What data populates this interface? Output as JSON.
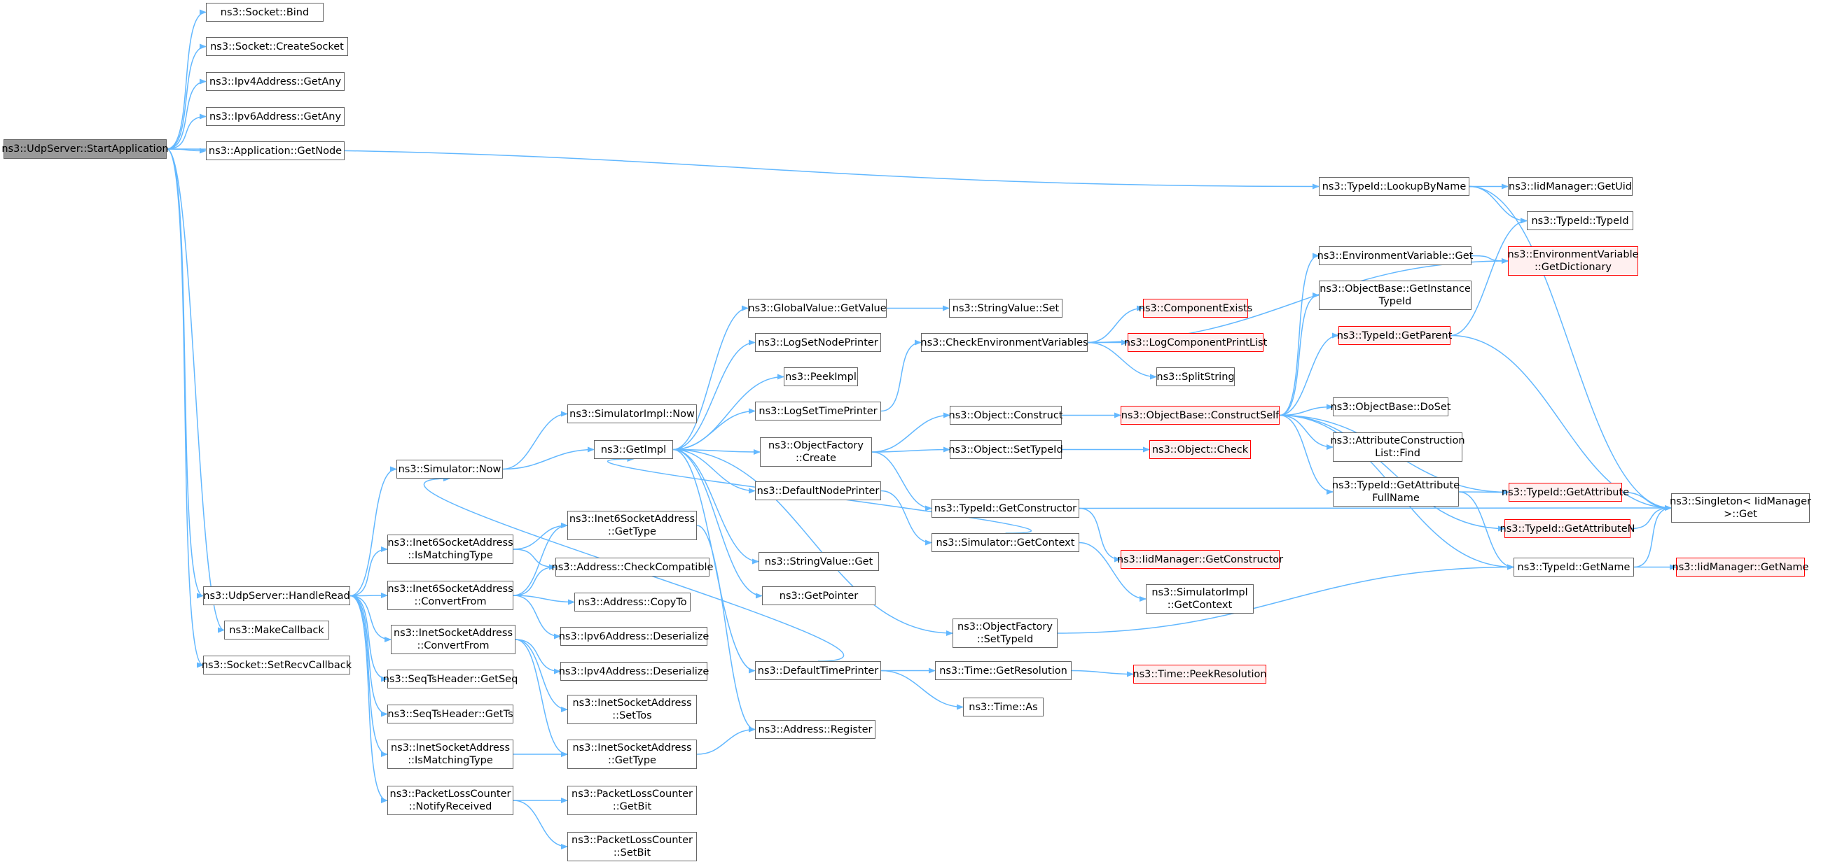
{
  "diagram": {
    "type": "call-graph",
    "colors": {
      "edge": "#63b8ff",
      "node_border": "#666666",
      "root_fill": "#999999",
      "truncated_border": "#ff0000"
    },
    "nodes": [
      {
        "id": "start",
        "lines": [
          "ns3::UdpServer::StartApplication"
        ],
        "style": "root"
      },
      {
        "id": "sock_bind",
        "lines": [
          "ns3::Socket::Bind"
        ]
      },
      {
        "id": "sock_create",
        "lines": [
          "ns3::Socket::CreateSocket"
        ]
      },
      {
        "id": "ipv4_any",
        "lines": [
          "ns3::Ipv4Address::GetAny"
        ]
      },
      {
        "id": "ipv6_any",
        "lines": [
          "ns3::Ipv6Address::GetAny"
        ]
      },
      {
        "id": "app_node",
        "lines": [
          "ns3::Application::GetNode"
        ]
      },
      {
        "id": "lookup",
        "lines": [
          "ns3::TypeId::LookupByName"
        ]
      },
      {
        "id": "iid_uid",
        "lines": [
          "ns3::IidManager::GetUid"
        ]
      },
      {
        "id": "typeid_ctor",
        "lines": [
          "ns3::TypeId::TypeId"
        ]
      },
      {
        "id": "env_get",
        "lines": [
          "ns3::EnvironmentVariable::Get"
        ]
      },
      {
        "id": "env_dict",
        "lines": [
          "ns3::EnvironmentVariable",
          "::GetDictionary"
        ],
        "style": "truncated"
      },
      {
        "id": "ob_getinst",
        "lines": [
          "ns3::ObjectBase::GetInstance",
          "TypeId"
        ]
      },
      {
        "id": "gv_getvalue",
        "lines": [
          "ns3::GlobalValue::GetValue"
        ]
      },
      {
        "id": "sv_set",
        "lines": [
          "ns3::StringValue::Set"
        ]
      },
      {
        "id": "comp_exists",
        "lines": [
          "ns3::ComponentExists"
        ],
        "style": "truncated"
      },
      {
        "id": "typeid_parent",
        "lines": [
          "ns3::TypeId::GetParent"
        ],
        "style": "truncated"
      },
      {
        "id": "log_nodeprinter",
        "lines": [
          "ns3::LogSetNodePrinter"
        ]
      },
      {
        "id": "check_env",
        "lines": [
          "ns3::CheckEnvironmentVariables"
        ]
      },
      {
        "id": "log_comp_print",
        "lines": [
          "ns3::LogComponentPrintList"
        ],
        "style": "truncated"
      },
      {
        "id": "peekimpl",
        "lines": [
          "ns3::PeekImpl"
        ]
      },
      {
        "id": "split_string",
        "lines": [
          "ns3::SplitString"
        ]
      },
      {
        "id": "simimpl_now",
        "lines": [
          "ns3::SimulatorImpl::Now"
        ]
      },
      {
        "id": "log_timeprinter",
        "lines": [
          "ns3::LogSetTimePrinter"
        ]
      },
      {
        "id": "obj_construct",
        "lines": [
          "ns3::Object::Construct"
        ]
      },
      {
        "id": "ob_constructself",
        "lines": [
          "ns3::ObjectBase::ConstructSelf"
        ],
        "style": "truncated"
      },
      {
        "id": "ob_doset",
        "lines": [
          "ns3::ObjectBase::DoSet"
        ]
      },
      {
        "id": "getimpl",
        "lines": [
          "ns3::GetImpl"
        ]
      },
      {
        "id": "of_create",
        "lines": [
          "ns3::ObjectFactory",
          "::Create"
        ]
      },
      {
        "id": "attr_find",
        "lines": [
          "ns3::AttributeConstruction",
          "List::Find"
        ]
      },
      {
        "id": "obj_settypeid",
        "lines": [
          "ns3::Object::SetTypeId"
        ]
      },
      {
        "id": "obj_check",
        "lines": [
          "ns3::Object::Check"
        ],
        "style": "truncated"
      },
      {
        "id": "sim_now",
        "lines": [
          "ns3::Simulator::Now"
        ]
      },
      {
        "id": "def_nodeprinter",
        "lines": [
          "ns3::DefaultNodePrinter"
        ]
      },
      {
        "id": "tid_getattrfull",
        "lines": [
          "ns3::TypeId::GetAttribute",
          "FullName"
        ]
      },
      {
        "id": "tid_getattr",
        "lines": [
          "ns3::TypeId::GetAttribute"
        ],
        "style": "truncated"
      },
      {
        "id": "singleton_get",
        "lines": [
          "ns3::Singleton< IidManager",
          ">::Get"
        ]
      },
      {
        "id": "tid_getctor",
        "lines": [
          "ns3::TypeId::GetConstructor"
        ]
      },
      {
        "id": "i6sa_gettype",
        "lines": [
          "ns3::Inet6SocketAddress",
          "::GetType"
        ]
      },
      {
        "id": "i6sa_ismatch",
        "lines": [
          "ns3::Inet6SocketAddress",
          "::IsMatchingType"
        ]
      },
      {
        "id": "sim_getcontext",
        "lines": [
          "ns3::Simulator::GetContext"
        ]
      },
      {
        "id": "tid_getattrn",
        "lines": [
          "ns3::TypeId::GetAttributeN"
        ],
        "style": "truncated"
      },
      {
        "id": "sv_get",
        "lines": [
          "ns3::StringValue::Get"
        ]
      },
      {
        "id": "addr_checkcompat",
        "lines": [
          "ns3::Address::CheckCompatible"
        ]
      },
      {
        "id": "iid_getctor",
        "lines": [
          "ns3::IidManager::GetConstructor"
        ],
        "style": "truncated"
      },
      {
        "id": "tid_getname",
        "lines": [
          "ns3::TypeId::GetName"
        ]
      },
      {
        "id": "iid_getname",
        "lines": [
          "ns3::IidManager::GetName"
        ],
        "style": "truncated"
      },
      {
        "id": "handleread",
        "lines": [
          "ns3::UdpServer::HandleRead"
        ]
      },
      {
        "id": "i6sa_convert",
        "lines": [
          "ns3::Inet6SocketAddress",
          "::ConvertFrom"
        ]
      },
      {
        "id": "getpointer",
        "lines": [
          "ns3::GetPointer"
        ]
      },
      {
        "id": "addr_copyto",
        "lines": [
          "ns3::Address::CopyTo"
        ]
      },
      {
        "id": "simimpl_getctx",
        "lines": [
          "ns3::SimulatorImpl",
          "::GetContext"
        ]
      },
      {
        "id": "make_callback",
        "lines": [
          "ns3::MakeCallback"
        ]
      },
      {
        "id": "ipv6_deser",
        "lines": [
          "ns3::Ipv6Address::Deserialize"
        ]
      },
      {
        "id": "of_settypeid",
        "lines": [
          "ns3::ObjectFactory",
          "::SetTypeId"
        ]
      },
      {
        "id": "isa_convert",
        "lines": [
          "ns3::InetSocketAddress",
          "::ConvertFrom"
        ]
      },
      {
        "id": "sock_setrecv",
        "lines": [
          "ns3::Socket::SetRecvCallback"
        ]
      },
      {
        "id": "ipv4_deser",
        "lines": [
          "ns3::Ipv4Address::Deserialize"
        ]
      },
      {
        "id": "def_timeprinter",
        "lines": [
          "ns3::DefaultTimePrinter"
        ]
      },
      {
        "id": "time_getres",
        "lines": [
          "ns3::Time::GetResolution"
        ]
      },
      {
        "id": "time_peekres",
        "lines": [
          "ns3::Time::PeekResolution"
        ],
        "style": "truncated"
      },
      {
        "id": "seq_getseq",
        "lines": [
          "ns3::SeqTsHeader::GetSeq"
        ]
      },
      {
        "id": "isa_settos",
        "lines": [
          "ns3::InetSocketAddress",
          "::SetTos"
        ]
      },
      {
        "id": "time_as",
        "lines": [
          "ns3::Time::As"
        ]
      },
      {
        "id": "seq_getts",
        "lines": [
          "ns3::SeqTsHeader::GetTs"
        ]
      },
      {
        "id": "addr_register",
        "lines": [
          "ns3::Address::Register"
        ]
      },
      {
        "id": "isa_ismatch",
        "lines": [
          "ns3::InetSocketAddress",
          "::IsMatchingType"
        ]
      },
      {
        "id": "isa_gettype",
        "lines": [
          "ns3::InetSocketAddress",
          "::GetType"
        ]
      },
      {
        "id": "plc_notify",
        "lines": [
          "ns3::PacketLossCounter",
          "::NotifyReceived"
        ]
      },
      {
        "id": "plc_getbit",
        "lines": [
          "ns3::PacketLossCounter",
          "::GetBit"
        ]
      },
      {
        "id": "plc_setbit",
        "lines": [
          "ns3::PacketLossCounter",
          "::SetBit"
        ]
      }
    ],
    "edges": [
      [
        "start",
        "sock_bind"
      ],
      [
        "start",
        "sock_create"
      ],
      [
        "start",
        "ipv4_any"
      ],
      [
        "start",
        "ipv6_any"
      ],
      [
        "start",
        "app_node"
      ],
      [
        "start",
        "lookup"
      ],
      [
        "start",
        "handleread"
      ],
      [
        "start",
        "make_callback"
      ],
      [
        "start",
        "sock_setrecv"
      ],
      [
        "lookup",
        "iid_uid"
      ],
      [
        "lookup",
        "typeid_ctor"
      ],
      [
        "lookup",
        "singleton_get"
      ],
      [
        "typeid_parent",
        "typeid_ctor"
      ],
      [
        "typeid_parent",
        "singleton_get"
      ],
      [
        "env_get",
        "env_dict"
      ],
      [
        "gv_getvalue",
        "sv_set"
      ],
      [
        "check_env",
        "env_dict"
      ],
      [
        "check_env",
        "comp_exists"
      ],
      [
        "check_env",
        "log_comp_print"
      ],
      [
        "check_env",
        "split_string"
      ],
      [
        "log_timeprinter",
        "check_env"
      ],
      [
        "sim_now",
        "simimpl_now"
      ],
      [
        "sim_now",
        "getimpl"
      ],
      [
        "getimpl",
        "gv_getvalue"
      ],
      [
        "getimpl",
        "log_nodeprinter"
      ],
      [
        "getimpl",
        "peekimpl"
      ],
      [
        "getimpl",
        "log_timeprinter"
      ],
      [
        "getimpl",
        "of_create"
      ],
      [
        "getimpl",
        "def_nodeprinter"
      ],
      [
        "getimpl",
        "sv_get"
      ],
      [
        "getimpl",
        "getpointer"
      ],
      [
        "getimpl",
        "def_timeprinter"
      ],
      [
        "getimpl",
        "of_settypeid"
      ],
      [
        "of_create",
        "obj_construct"
      ],
      [
        "of_create",
        "obj_settypeid"
      ],
      [
        "of_create",
        "tid_getctor"
      ],
      [
        "obj_construct",
        "ob_constructself"
      ],
      [
        "obj_settypeid",
        "obj_check"
      ],
      [
        "ob_constructself",
        "env_get"
      ],
      [
        "ob_constructself",
        "ob_getinst"
      ],
      [
        "ob_constructself",
        "typeid_parent"
      ],
      [
        "ob_constructself",
        "ob_doset"
      ],
      [
        "ob_constructself",
        "attr_find"
      ],
      [
        "ob_constructself",
        "tid_getattrfull"
      ],
      [
        "ob_constructself",
        "tid_getattr"
      ],
      [
        "ob_constructself",
        "tid_getattrn"
      ],
      [
        "ob_constructself",
        "tid_getname"
      ],
      [
        "tid_getattrfull",
        "tid_getattr"
      ],
      [
        "tid_getattrfull",
        "tid_getname"
      ],
      [
        "tid_getattr",
        "singleton_get"
      ],
      [
        "tid_getattrn",
        "singleton_get"
      ],
      [
        "tid_getname",
        "singleton_get"
      ],
      [
        "tid_getname",
        "iid_getname"
      ],
      [
        "tid_getctor",
        "iid_getctor"
      ],
      [
        "tid_getctor",
        "singleton_get"
      ],
      [
        "def_nodeprinter",
        "sim_getcontext"
      ],
      [
        "sim_getcontext",
        "getimpl"
      ],
      [
        "sim_getcontext",
        "simimpl_getctx"
      ],
      [
        "def_timeprinter",
        "sim_now"
      ],
      [
        "def_timeprinter",
        "time_getres"
      ],
      [
        "def_timeprinter",
        "time_as"
      ],
      [
        "time_getres",
        "time_peekres"
      ],
      [
        "of_settypeid",
        "tid_getname"
      ],
      [
        "handleread",
        "sim_now"
      ],
      [
        "handleread",
        "i6sa_ismatch"
      ],
      [
        "handleread",
        "i6sa_convert"
      ],
      [
        "handleread",
        "isa_convert"
      ],
      [
        "handleread",
        "seq_getseq"
      ],
      [
        "handleread",
        "seq_getts"
      ],
      [
        "handleread",
        "isa_ismatch"
      ],
      [
        "handleread",
        "plc_notify"
      ],
      [
        "i6sa_ismatch",
        "i6sa_gettype"
      ],
      [
        "i6sa_ismatch",
        "addr_checkcompat"
      ],
      [
        "i6sa_convert",
        "i6sa_gettype"
      ],
      [
        "i6sa_convert",
        "addr_checkcompat"
      ],
      [
        "i6sa_convert",
        "addr_copyto"
      ],
      [
        "i6sa_convert",
        "ipv6_deser"
      ],
      [
        "i6sa_gettype",
        "addr_register"
      ],
      [
        "isa_convert",
        "ipv4_deser"
      ],
      [
        "isa_convert",
        "isa_settos"
      ],
      [
        "isa_convert",
        "isa_gettype"
      ],
      [
        "isa_ismatch",
        "isa_gettype"
      ],
      [
        "isa_gettype",
        "addr_register"
      ],
      [
        "plc_notify",
        "plc_getbit"
      ],
      [
        "plc_notify",
        "plc_setbit"
      ]
    ]
  }
}
